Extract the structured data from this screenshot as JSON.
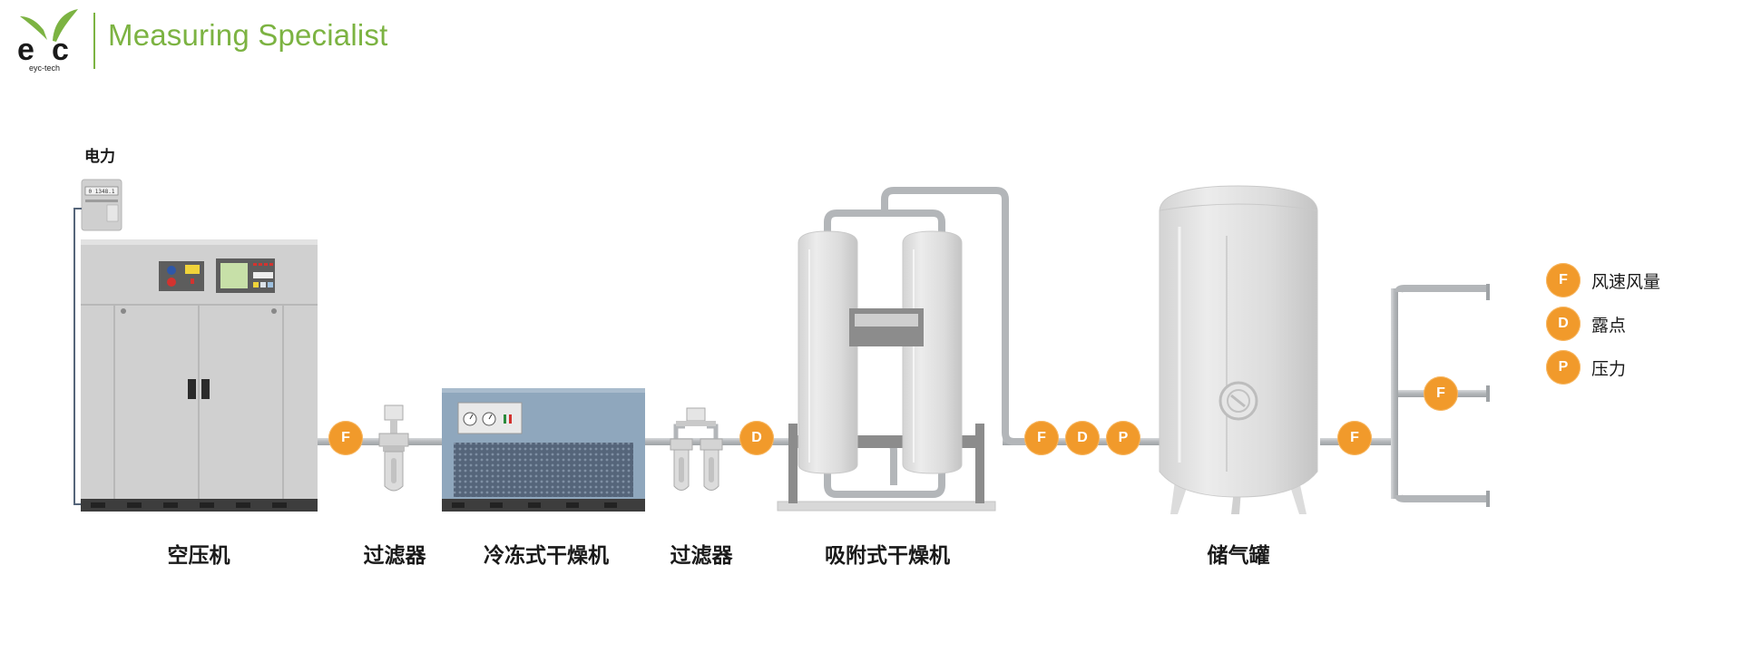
{
  "header": {
    "logo_text": "eyc",
    "logo_sub": "eyc-tech",
    "tagline": "Measuring Specialist"
  },
  "power": {
    "label": "电力",
    "meter_display": "0 1348.1"
  },
  "equipment": [
    {
      "id": "air-compressor",
      "label": "空压机"
    },
    {
      "id": "filter-1",
      "label": "过滤器"
    },
    {
      "id": "refrigerated-dryer",
      "label": "冷冻式干燥机"
    },
    {
      "id": "filter-2",
      "label": "过滤器"
    },
    {
      "id": "adsorption-dryer",
      "label": "吸附式干燥机"
    },
    {
      "id": "air-tank",
      "label": "储气罐"
    }
  ],
  "measurement_points": [
    "F",
    "D",
    "D",
    "F",
    "P",
    "F",
    "F"
  ],
  "legend": [
    {
      "code": "F",
      "label": "风速风量"
    },
    {
      "code": "D",
      "label": "露点"
    },
    {
      "code": "P",
      "label": "压力"
    }
  ],
  "colors": {
    "brand_green": "#7cb342",
    "badge_orange": "#f19a2b",
    "pipe_gray": "#b9bcbf",
    "machine_gray": "#cfcfcf",
    "dryer_blue": "#8fa7bd"
  }
}
